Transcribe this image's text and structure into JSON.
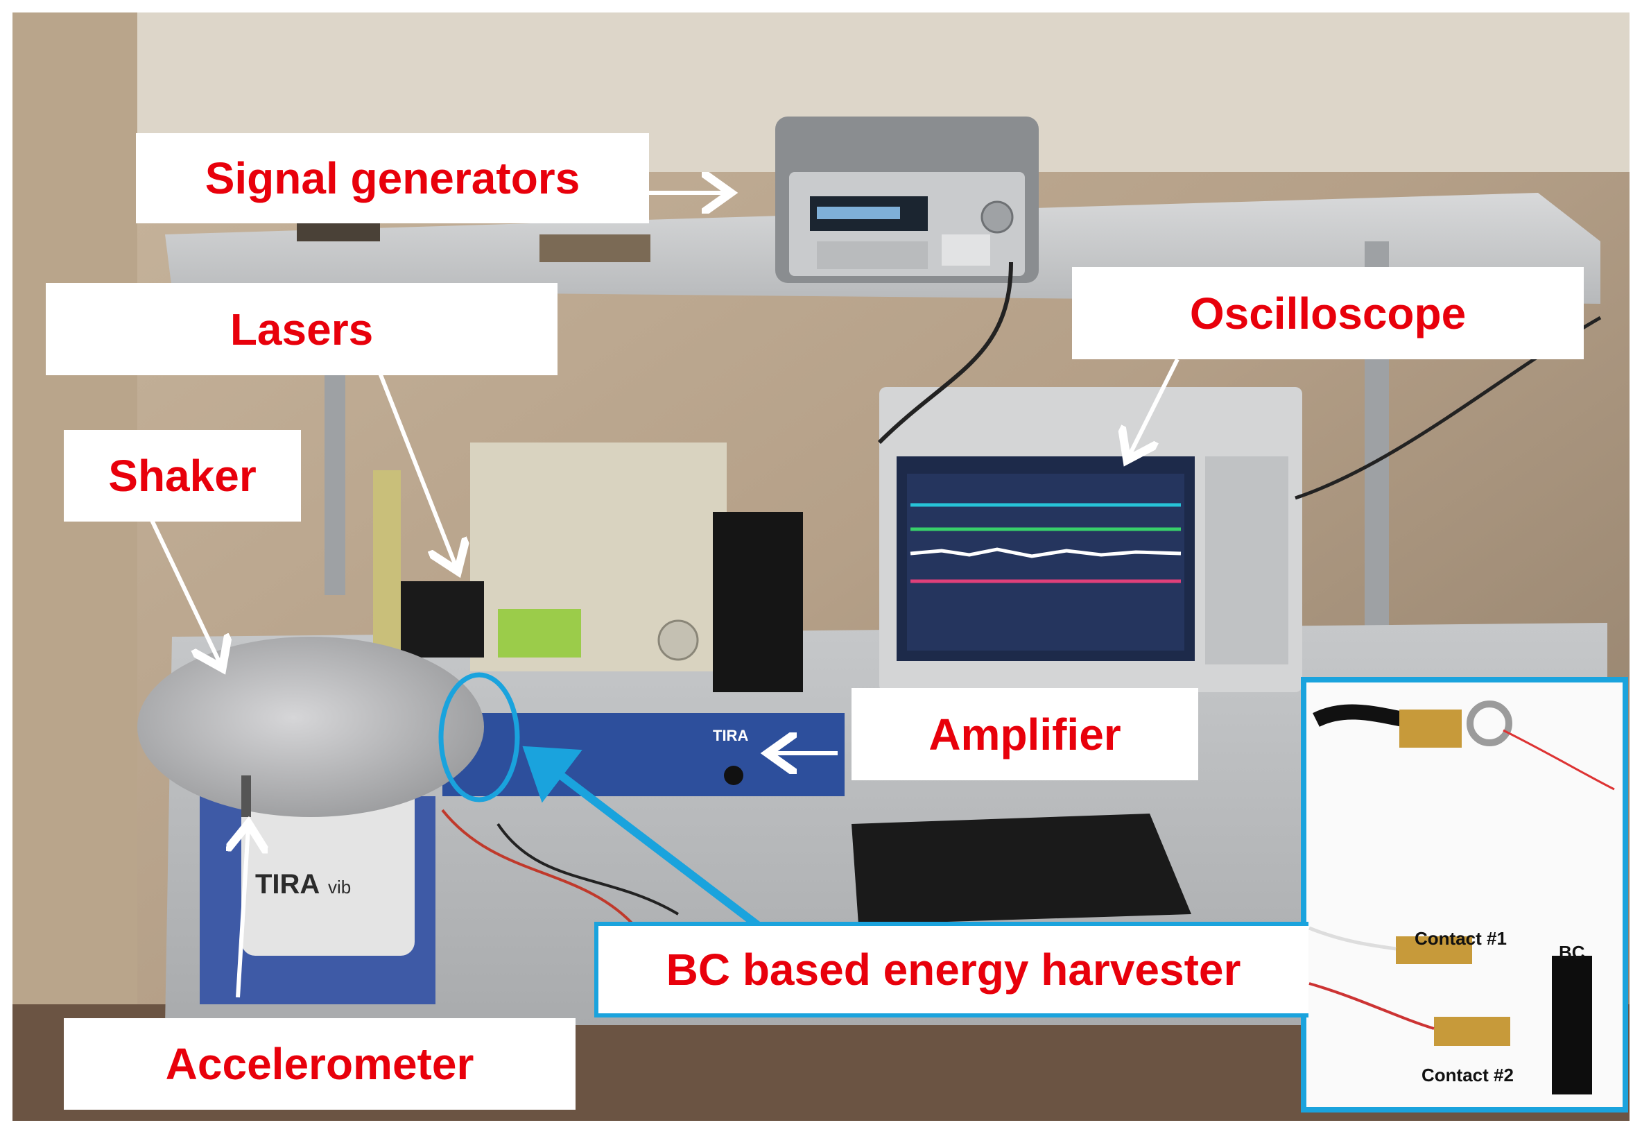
{
  "labels": {
    "signal_generators": "Signal generators",
    "lasers": "Lasers",
    "shaker": "Shaker",
    "oscilloscope": "Oscilloscope",
    "amplifier": "Amplifier",
    "accelerometer": "Accelerometer",
    "harvester": "BC based energy harvester"
  },
  "inset": {
    "contact1": "Contact #1",
    "contact2": "Contact #2",
    "bc": "BC"
  },
  "device_text": {
    "shaker_brand": "TIRA",
    "shaker_model": "vib",
    "amplifier_brand": "TIRA"
  },
  "colors": {
    "label_text": "#e8000b",
    "highlight": "#1aa3dd",
    "arrow": "#ffffff"
  }
}
